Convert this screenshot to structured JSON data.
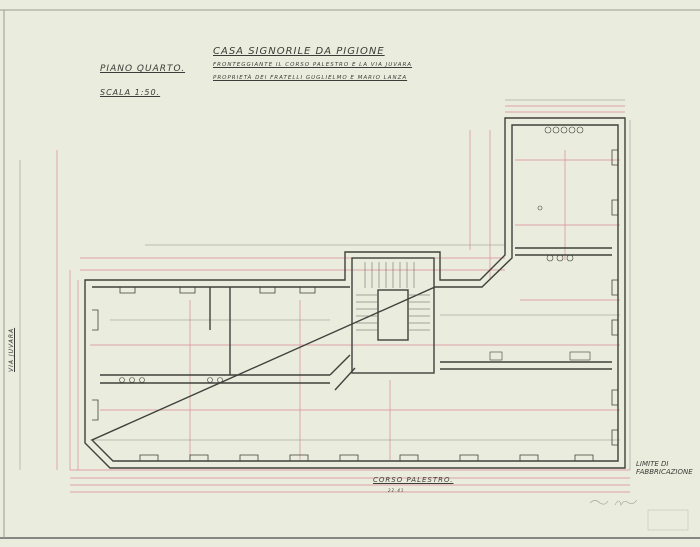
{
  "title_block": {
    "title": "CASA SIGNORILE DA PIGIONE",
    "subtitle_1": "FRONTEGGIANTE IL CORSO PALESTRO E LA VIA JUVARA",
    "subtitle_2": "PROPRIETÀ DEI FRATELLI GUGLIELMO E MARIO LANZA",
    "floor": "PIANO QUARTO.",
    "scale": "SCALA 1:50."
  },
  "streets": {
    "bottom": "CORSO PALESTRO.",
    "left": "VIA JUVARA"
  },
  "annotations": {
    "right_limit": "LIMITE DI FABBRICAZIONE",
    "overall_dimension": "22.41"
  },
  "colors": {
    "paper": "#eaecdd",
    "ink": "#3a3d38",
    "dimension_line": "#d98a94"
  }
}
